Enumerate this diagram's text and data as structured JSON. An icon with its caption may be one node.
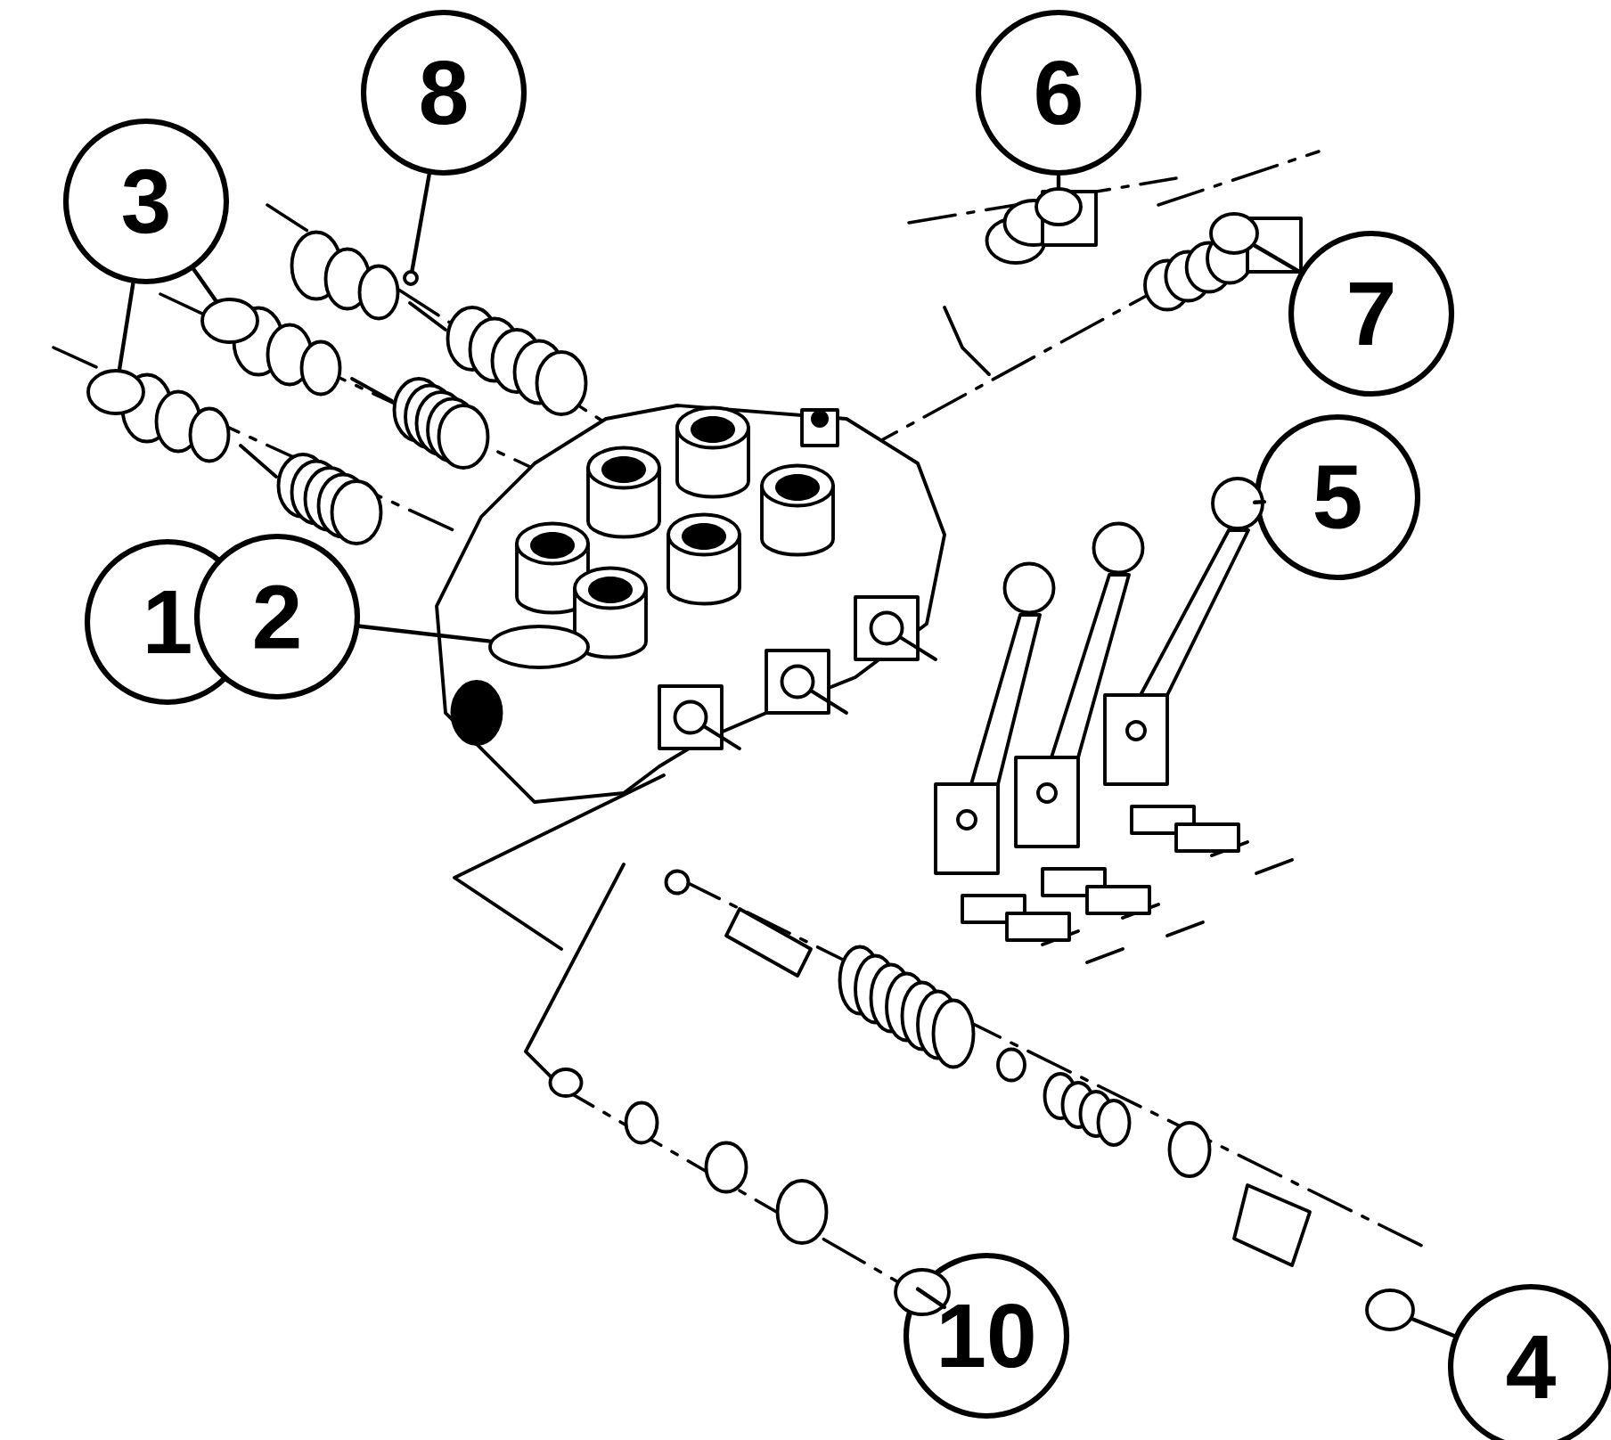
{
  "diagram": {
    "nodes": [
      {
        "text": [
          "8"
        ]
      },
      {
        "text": [
          "6"
        ]
      },
      {
        "text": [
          "3"
        ]
      },
      {
        "text": [
          "7"
        ]
      },
      {
        "text": [
          "5"
        ]
      },
      {
        "text": [
          "1"
        ]
      },
      {
        "text": [
          "2"
        ]
      },
      {
        "text": [
          "10"
        ]
      },
      {
        "text": [
          "4"
        ]
      },
      {
        "text": [],
        "shape": "circle"
      },
      {
        "text": [],
        "shape": "circle"
      },
      {
        "text": [],
        "shape": "circle"
      },
      {
        "text": [],
        "shape": "circle"
      },
      {
        "text": [],
        "shape": "circle"
      },
      {
        "text": [],
        "shape": "circle"
      },
      {
        "text": [],
        "shape": "circle"
      },
      {
        "text": [],
        "shape": "circle"
      },
      {
        "text": [],
        "shape": "circle"
      }
    ],
    "edges": [
      {
        "from": 0,
        "to": 11,
        "arrow": "none"
      },
      {
        "from": 1,
        "to": 14,
        "arrow": "none"
      },
      {
        "from": 2,
        "to": 10,
        "arrow": "none"
      },
      {
        "from": 2,
        "to": 9,
        "arrow": "none"
      },
      {
        "from": 3,
        "to": 16,
        "arrow": "none"
      },
      {
        "from": 4,
        "to": 15,
        "arrow": "none"
      },
      {
        "from": 6,
        "to": 12,
        "arrow": "none"
      },
      {
        "from": 7,
        "to": 13,
        "arrow": "none"
      },
      {
        "from": 8,
        "to": 17,
        "arrow": "none"
      }
    ]
  }
}
